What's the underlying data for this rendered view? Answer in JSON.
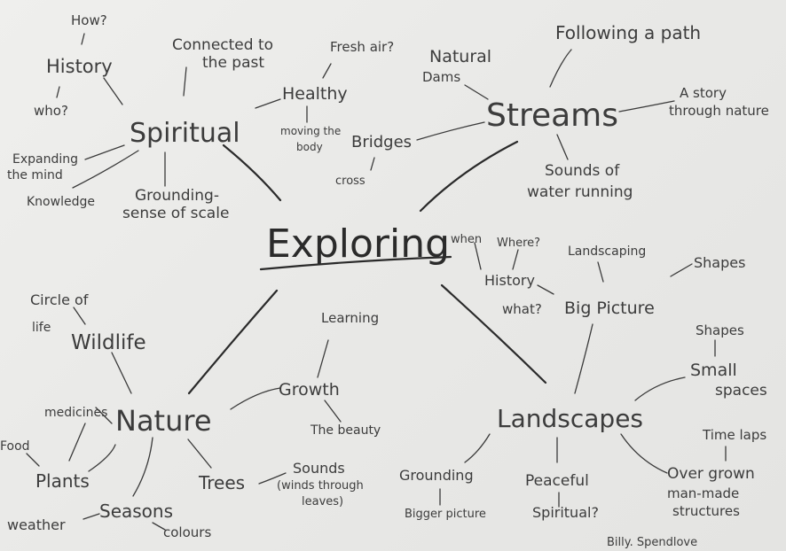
{
  "center": "Exploring",
  "branches": {
    "spiritual": "Spiritual",
    "streams": "Streams",
    "nature": "Nature",
    "landscapes": "Landscapes"
  },
  "spiritual": {
    "history": "History",
    "how": "How?",
    "who": "who?",
    "connected_line1": "Connected to",
    "connected_line2": "the past",
    "fresh_air": "Fresh air?",
    "healthy": "Healthy",
    "moving_line1": "moving the",
    "moving_line2": "body",
    "expanding_line1": "Expanding",
    "expanding_line2": "the mind",
    "knowledge": "Knowledge",
    "grounding_line1": "Grounding-",
    "grounding_line2": "sense of scale"
  },
  "streams": {
    "natural_line1": "Natural",
    "natural_line2": "Dams",
    "following": "Following a path",
    "story_line1": "A story",
    "story_line2": "through nature",
    "bridges": "Bridges",
    "cross": "cross",
    "sounds_line1": "Sounds of",
    "sounds_line2": "water running"
  },
  "middle": {
    "when": "when",
    "where": "Where?",
    "history": "History",
    "what": "what?"
  },
  "nature": {
    "circle_line1": "Circle of",
    "circle_line2": "life",
    "wildlife": "Wildlife",
    "medicines": "medicines",
    "food": "Food",
    "plants": "Plants",
    "weather": "weather",
    "seasons": "Seasons",
    "colours": "colours",
    "trees": "Trees",
    "sounds_line1": "Sounds",
    "sounds_line2": "(winds through",
    "sounds_line3": "leaves)",
    "growth": "Growth",
    "learning": "Learning",
    "beauty": "The beauty"
  },
  "landscapes": {
    "landscaping": "Landscaping",
    "shapes_top": "Shapes",
    "big_picture": "Big Picture",
    "shapes": "Shapes",
    "small_line1": "Small",
    "small_line2": "spaces",
    "time_laps": "Time laps",
    "overgrown_line1": "Over grown",
    "overgrown_line2": "man-made",
    "overgrown_line3": "structures",
    "grounding": "Grounding",
    "bigger_picture": "Bigger picture",
    "peaceful": "Peaceful",
    "spiritual": "Spiritual?"
  },
  "signature": "Billy. Spendlove"
}
